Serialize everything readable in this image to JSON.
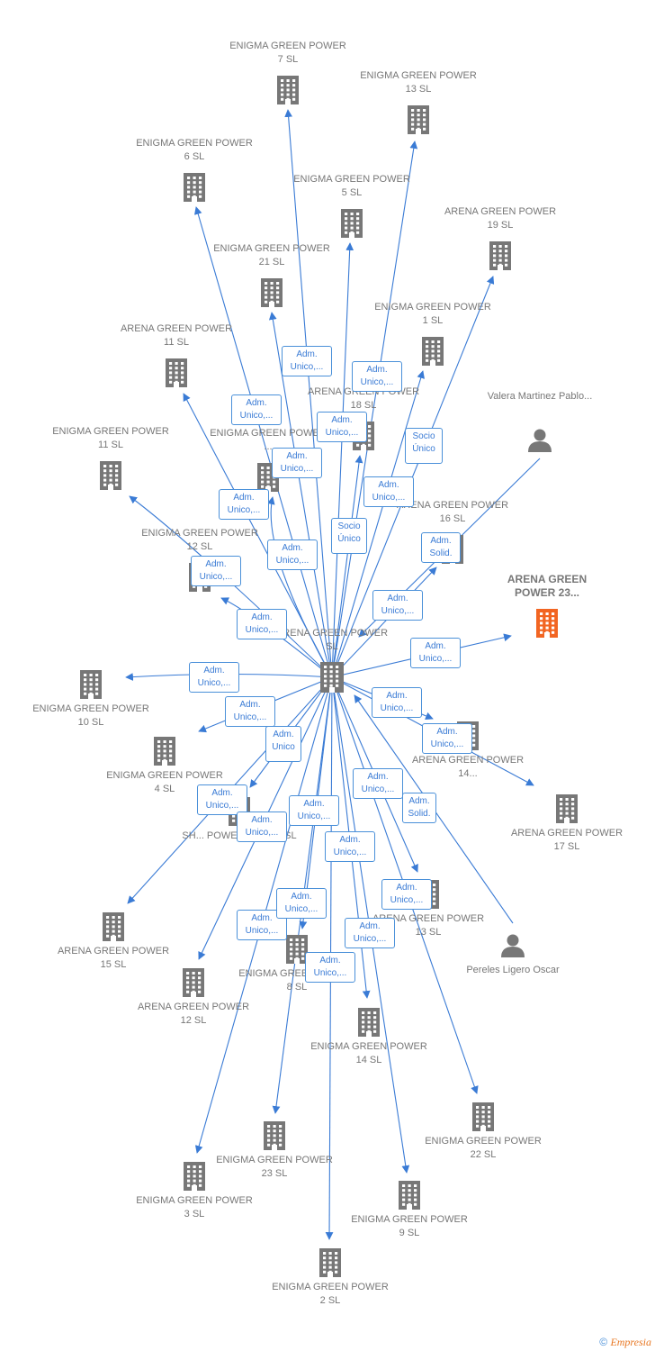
{
  "colors": {
    "edge": "#3a7bd5",
    "node": "#777777",
    "highlight": "#f26522"
  },
  "center": {
    "id": "center",
    "label": "ARENA GREEN POWER  SL"
  },
  "nodes": [
    {
      "id": "eg7",
      "label": "ENIGMA GREEN POWER 7  SL",
      "type": "company"
    },
    {
      "id": "eg13",
      "label": "ENIGMA GREEN POWER 13  SL",
      "type": "company"
    },
    {
      "id": "eg6",
      "label": "ENIGMA GREEN POWER 6  SL",
      "type": "company"
    },
    {
      "id": "eg5",
      "label": "ENIGMA GREEN POWER 5  SL",
      "type": "company"
    },
    {
      "id": "ag19",
      "label": "ARENA GREEN POWER 19  SL",
      "type": "company"
    },
    {
      "id": "eg21",
      "label": "ENIGMA GREEN POWER 21  SL",
      "type": "company"
    },
    {
      "id": "eg1",
      "label": "ENIGMA GREEN POWER 1  SL",
      "type": "company"
    },
    {
      "id": "ag11",
      "label": "ARENA GREEN POWER 11  SL",
      "type": "company"
    },
    {
      "id": "ag18",
      "label": "ARENA GREEN POWER 18  SL",
      "type": "company"
    },
    {
      "id": "valera",
      "label": "Valera Martinez Pablo...",
      "type": "person"
    },
    {
      "id": "eg11",
      "label": "ENIGMA GREEN POWER 11  SL",
      "type": "company"
    },
    {
      "id": "egx",
      "label": "ENIGMA GREEN POWER ...",
      "type": "company"
    },
    {
      "id": "ag16",
      "label": "ARENA GREEN POWER 16  SL",
      "type": "company"
    },
    {
      "id": "eg12",
      "label": "ENIGMA GREEN POWER 12  SL",
      "type": "company"
    },
    {
      "id": "ag23",
      "label": "ARENA GREEN POWER 23...",
      "type": "highlight"
    },
    {
      "id": "eg10",
      "label": "ENIGMA GREEN POWER 10  SL",
      "type": "company"
    },
    {
      "id": "eg4",
      "label": "ENIGMA GREEN POWER 4  SL",
      "type": "company"
    },
    {
      "id": "ag14",
      "label": "ARENA GREEN POWER 14...",
      "type": "company"
    },
    {
      "id": "ag17",
      "label": "ARENA GREEN POWER 17  SL",
      "type": "company"
    },
    {
      "id": "sh15",
      "label": "SH... POWER REN 15  SL",
      "type": "company"
    },
    {
      "id": "ag15",
      "label": "ARENA GREEN POWER 15  SL",
      "type": "company"
    },
    {
      "id": "ag13",
      "label": "ARENA GREEN POWER 13  SL",
      "type": "company"
    },
    {
      "id": "pereles",
      "label": "Pereles Ligero Oscar",
      "type": "person"
    },
    {
      "id": "ag12",
      "label": "ARENA GREEN POWER 12  SL",
      "type": "company"
    },
    {
      "id": "eg8",
      "label": "ENIGMA GREEN POWER 8  SL",
      "type": "company"
    },
    {
      "id": "eg14",
      "label": "ENIGMA GREEN POWER 14  SL",
      "type": "company"
    },
    {
      "id": "eg22",
      "label": "ENIGMA GREEN POWER 22  SL",
      "type": "company"
    },
    {
      "id": "eg23",
      "label": "ENIGMA GREEN POWER 23  SL",
      "type": "company"
    },
    {
      "id": "eg3",
      "label": "ENIGMA GREEN POWER 3  SL",
      "type": "company"
    },
    {
      "id": "eg9",
      "label": "ENIGMA GREEN POWER 9  SL",
      "type": "company"
    },
    {
      "id": "eg2",
      "label": "ENIGMA GREEN POWER 2  SL",
      "type": "company"
    }
  ],
  "edges": [
    {
      "from": "center",
      "to": "eg7",
      "label": "Adm. Unico,..."
    },
    {
      "from": "center",
      "to": "eg13",
      "label": "Adm. Unico,..."
    },
    {
      "from": "center",
      "to": "eg6",
      "label": "Adm. Unico,..."
    },
    {
      "from": "center",
      "to": "eg5",
      "label": "Adm. Unico,..."
    },
    {
      "from": "center",
      "to": "ag19",
      "label": "Socio Único"
    },
    {
      "from": "center",
      "to": "eg21",
      "label": "Adm. Unico,..."
    },
    {
      "from": "center",
      "to": "eg1",
      "label": "Adm. Unico,..."
    },
    {
      "from": "center",
      "to": "ag11",
      "label": "Adm. Unico,..."
    },
    {
      "from": "center",
      "to": "ag18",
      "label": "Socio Único"
    },
    {
      "from": "valera",
      "to": "center",
      "label": "Adm. Solid."
    },
    {
      "from": "center",
      "to": "eg11",
      "label": "Adm. Unico,..."
    },
    {
      "from": "center",
      "to": "egx",
      "label": "Adm. Unico,..."
    },
    {
      "from": "center",
      "to": "ag16",
      "label": "Adm. Unico,..."
    },
    {
      "from": "center",
      "to": "eg12",
      "label": "Adm. Unico,..."
    },
    {
      "from": "center",
      "to": "ag23",
      "label": "Adm. Unico,..."
    },
    {
      "from": "center",
      "to": "eg10",
      "label": "Adm. Unico,..."
    },
    {
      "from": "center",
      "to": "eg4",
      "label": "Adm. Unico,..."
    },
    {
      "from": "center",
      "to": "ag14",
      "label": "Adm. Unico,..."
    },
    {
      "from": "center",
      "to": "ag17",
      "label": "Adm. Unico,..."
    },
    {
      "from": "center",
      "to": "sh15",
      "label": "Adm. Unico"
    },
    {
      "from": "center",
      "to": "ag15",
      "label": "Adm. Unico,..."
    },
    {
      "from": "center",
      "to": "ag13",
      "label": "Adm. Unico,..."
    },
    {
      "from": "pereles",
      "to": "center",
      "label": "Adm. Solid."
    },
    {
      "from": "center",
      "to": "ag12",
      "label": "Adm. Unico,..."
    },
    {
      "from": "center",
      "to": "eg8",
      "label": "Adm. Unico,..."
    },
    {
      "from": "center",
      "to": "eg14",
      "label": "Adm. Unico,..."
    },
    {
      "from": "center",
      "to": "eg22",
      "label": "Adm. Unico,..."
    },
    {
      "from": "center",
      "to": "eg23",
      "label": "Adm. Unico,..."
    },
    {
      "from": "center",
      "to": "eg3",
      "label": "Adm. Unico,..."
    },
    {
      "from": "center",
      "to": "eg9",
      "label": "Adm. Unico,..."
    },
    {
      "from": "center",
      "to": "eg2",
      "label": "Adm. Unico,..."
    }
  ],
  "footer": {
    "copyright": "©",
    "brand": "Empresia"
  }
}
